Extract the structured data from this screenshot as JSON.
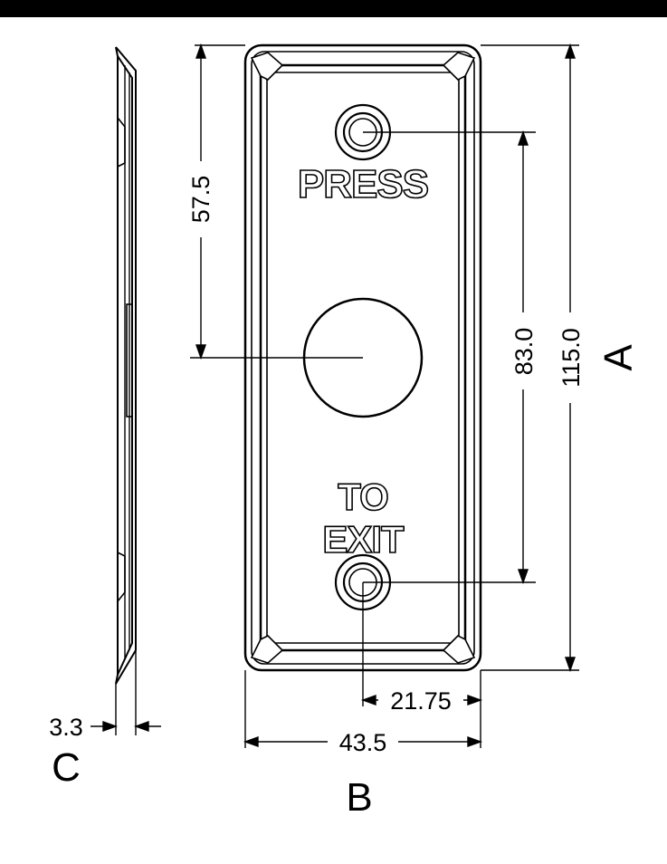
{
  "engraving": {
    "top": "PRESS",
    "bottom_line1": "TO",
    "bottom_line2": "EXIT"
  },
  "dimensions": {
    "hole_to_button": "57.5",
    "hole_spacing": "83.0",
    "overall_height": "115.0",
    "half_width": "21.75",
    "overall_width": "43.5",
    "thickness": "3.3"
  },
  "views": {
    "front_height": "A",
    "front_width": "B",
    "side_thickness": "C"
  },
  "colors": {
    "line": "#000000",
    "background": "#ffffff"
  }
}
